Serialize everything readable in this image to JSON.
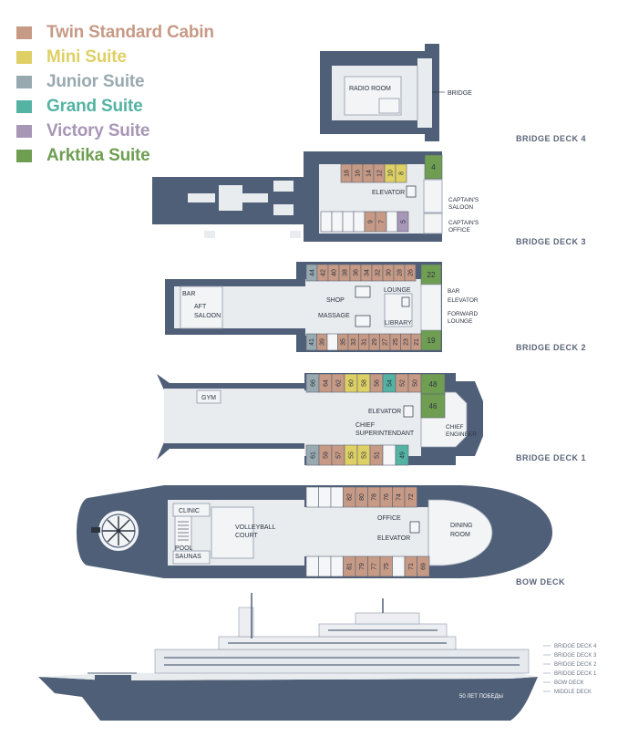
{
  "colors": {
    "twin": "#c79a86",
    "mini": "#ded064",
    "junior": "#98aab0",
    "grand": "#54b3a2",
    "victory": "#a796b6",
    "arktika": "#6f9e52",
    "hull": "#4f5f78",
    "deck": "#e9ecef",
    "deckline": "#8e98a8"
  },
  "legend": [
    {
      "label": "Twin Standard Cabin",
      "color": "#c79a86"
    },
    {
      "label": "Mini Suite",
      "color": "#ded064"
    },
    {
      "label": "Junior Suite",
      "color": "#98aab0"
    },
    {
      "label": "Grand Suite",
      "color": "#54b3a2"
    },
    {
      "label": "Victory Suite",
      "color": "#a796b6"
    },
    {
      "label": "Arktika Suite",
      "color": "#6f9e52"
    }
  ],
  "decks": {
    "bridge4": {
      "title": "BRIDGE DECK 4",
      "labels": {
        "radio_room": "RADIO ROOM",
        "bridge": "BRIDGE"
      }
    },
    "bridge3": {
      "title": "BRIDGE DECK 3",
      "labels": {
        "elevator": "ELEVATOR",
        "captains_saloon_1": "CAPTAIN'S",
        "captains_saloon_2": "SALOON",
        "captains_office_1": "CAPTAIN'S",
        "captains_office_2": "OFFICE"
      }
    },
    "bridge2": {
      "title": "BRIDGE DECK 2",
      "labels": {
        "bar_left": "BAR",
        "aft_saloon_1": "AFT",
        "aft_saloon_2": "SALOON",
        "shop": "SHOP",
        "massage": "MASSAGE",
        "lounge": "LOUNGE",
        "library": "LIBRARY",
        "bar_right": "BAR",
        "elevator": "ELEVATOR",
        "forward_lounge_1": "FORWARD",
        "forward_lounge_2": "LOUNGE"
      }
    },
    "bridge1": {
      "title": "BRIDGE DECK 1",
      "labels": {
        "gym": "GYM",
        "elevator": "ELEVATOR",
        "chief_sup_1": "CHIEF",
        "chief_sup_2": "SUPERINTENDANT",
        "chief_eng_1": "CHIEF",
        "chief_eng_2": "ENGINEER"
      }
    },
    "bow": {
      "title": "BOW DECK",
      "labels": {
        "clinic": "CLINIC",
        "volleyball_1": "VOLLEYBALL",
        "volleyball_2": "COURT",
        "pool": "POOL",
        "saunas": "SAUNAS",
        "office": "OFFICE",
        "elevator": "ELEVATOR",
        "dining_1": "DINING",
        "dining_2": "ROOM"
      }
    }
  },
  "cabins": {
    "bridge3_top": [
      {
        "n": "18",
        "c": "twin"
      },
      {
        "n": "16",
        "c": "twin"
      },
      {
        "n": "14",
        "c": "twin"
      },
      {
        "n": "12",
        "c": "twin"
      },
      {
        "n": "10",
        "c": "mini"
      },
      {
        "n": "8",
        "c": "mini"
      }
    ],
    "bridge3_bottom": [
      {
        "n": "",
        "c": "white"
      },
      {
        "n": "",
        "c": "white"
      },
      {
        "n": "",
        "c": "white"
      },
      {
        "n": "",
        "c": "white"
      },
      {
        "n": "9",
        "c": "twin"
      },
      {
        "n": "7",
        "c": "twin"
      },
      {
        "n": "",
        "c": "white"
      },
      {
        "n": "5",
        "c": "victory"
      }
    ],
    "bridge3_corner": {
      "n": "4",
      "c": "arktika"
    },
    "bridge2_top": [
      {
        "n": "44",
        "c": "junior"
      },
      {
        "n": "42",
        "c": "twin"
      },
      {
        "n": "40",
        "c": "twin"
      },
      {
        "n": "38",
        "c": "twin"
      },
      {
        "n": "36",
        "c": "twin"
      },
      {
        "n": "34",
        "c": "twin"
      },
      {
        "n": "32",
        "c": "twin"
      },
      {
        "n": "30",
        "c": "twin"
      },
      {
        "n": "28",
        "c": "twin"
      },
      {
        "n": "26",
        "c": "twin"
      }
    ],
    "bridge2_bottom": [
      {
        "n": "41",
        "c": "junior"
      },
      {
        "n": "39",
        "c": "twin"
      },
      {
        "n": "",
        "c": "white"
      },
      {
        "n": "35",
        "c": "twin"
      },
      {
        "n": "33",
        "c": "twin"
      },
      {
        "n": "31",
        "c": "twin"
      },
      {
        "n": "29",
        "c": "twin"
      },
      {
        "n": "27",
        "c": "twin"
      },
      {
        "n": "25",
        "c": "twin"
      },
      {
        "n": "23",
        "c": "twin"
      },
      {
        "n": "21",
        "c": "twin"
      }
    ],
    "bridge2_fwd": [
      {
        "n": "22",
        "c": "arktika"
      },
      {
        "n": "19",
        "c": "arktika"
      }
    ],
    "bridge1_top": [
      {
        "n": "66",
        "c": "junior"
      },
      {
        "n": "64",
        "c": "twin"
      },
      {
        "n": "62",
        "c": "twin"
      },
      {
        "n": "60",
        "c": "mini"
      },
      {
        "n": "58",
        "c": "mini"
      },
      {
        "n": "56",
        "c": "twin"
      },
      {
        "n": "54",
        "c": "grand"
      },
      {
        "n": "52",
        "c": "twin"
      },
      {
        "n": "50",
        "c": "twin"
      }
    ],
    "bridge1_bottom": [
      {
        "n": "61",
        "c": "junior"
      },
      {
        "n": "59",
        "c": "twin"
      },
      {
        "n": "57",
        "c": "twin"
      },
      {
        "n": "55",
        "c": "mini"
      },
      {
        "n": "53",
        "c": "mini"
      },
      {
        "n": "51",
        "c": "twin"
      },
      {
        "n": "",
        "c": "white"
      },
      {
        "n": "49",
        "c": "grand"
      }
    ],
    "bridge1_fwd": [
      {
        "n": "48",
        "c": "arktika"
      },
      {
        "n": "46",
        "c": "arktika"
      }
    ],
    "bow_top": [
      {
        "n": "",
        "c": "white"
      },
      {
        "n": "",
        "c": "white"
      },
      {
        "n": "",
        "c": "white"
      },
      {
        "n": "82",
        "c": "twin"
      },
      {
        "n": "80",
        "c": "twin"
      },
      {
        "n": "78",
        "c": "twin"
      },
      {
        "n": "76",
        "c": "twin"
      },
      {
        "n": "74",
        "c": "twin"
      },
      {
        "n": "72",
        "c": "twin"
      }
    ],
    "bow_bottom": [
      {
        "n": "",
        "c": "white"
      },
      {
        "n": "",
        "c": "white"
      },
      {
        "n": "",
        "c": "white"
      },
      {
        "n": "81",
        "c": "twin"
      },
      {
        "n": "79",
        "c": "twin"
      },
      {
        "n": "77",
        "c": "twin"
      },
      {
        "n": "75",
        "c": "twin"
      },
      {
        "n": "",
        "c": "white"
      },
      {
        "n": "71",
        "c": "twin"
      },
      {
        "n": "69",
        "c": "twin"
      }
    ]
  },
  "ship_profile": {
    "deck_labels": [
      "BRIDGE DECK 4",
      "BRIDGE DECK 3",
      "BRIDGE DECK 2",
      "BRIDGE DECK 1",
      "BOW DECK",
      "MIDDLE DECK"
    ],
    "hull_name": "50 ЛЕТ ПОБЕДЫ"
  }
}
